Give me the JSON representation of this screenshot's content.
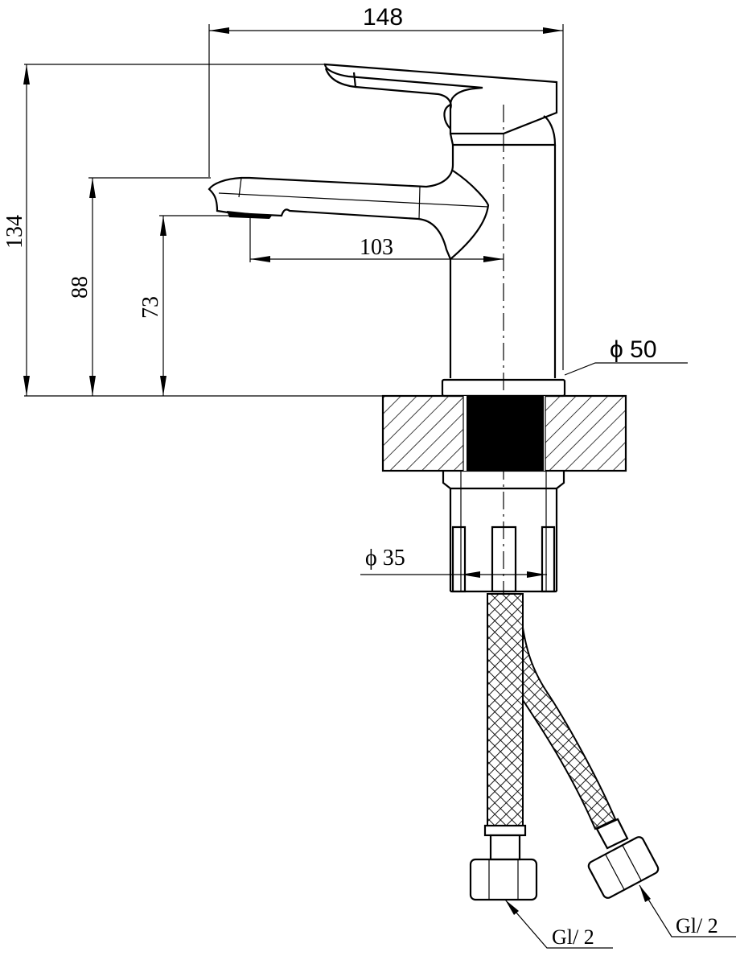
{
  "title": "Basin mixer dimension drawing",
  "dimensions": {
    "overall_reach": "148",
    "overall_height": "134",
    "spout_height": "88",
    "aerator_height": "73",
    "spout_reach": "103",
    "base_diameter": "ϕ 50",
    "shank_diameter": "ϕ 35"
  },
  "connections": {
    "left_hose_thread": "Gl/ 2",
    "right_hose_thread": "Gl/ 2"
  },
  "colors": {
    "line": "#000000",
    "background": "#ffffff"
  }
}
